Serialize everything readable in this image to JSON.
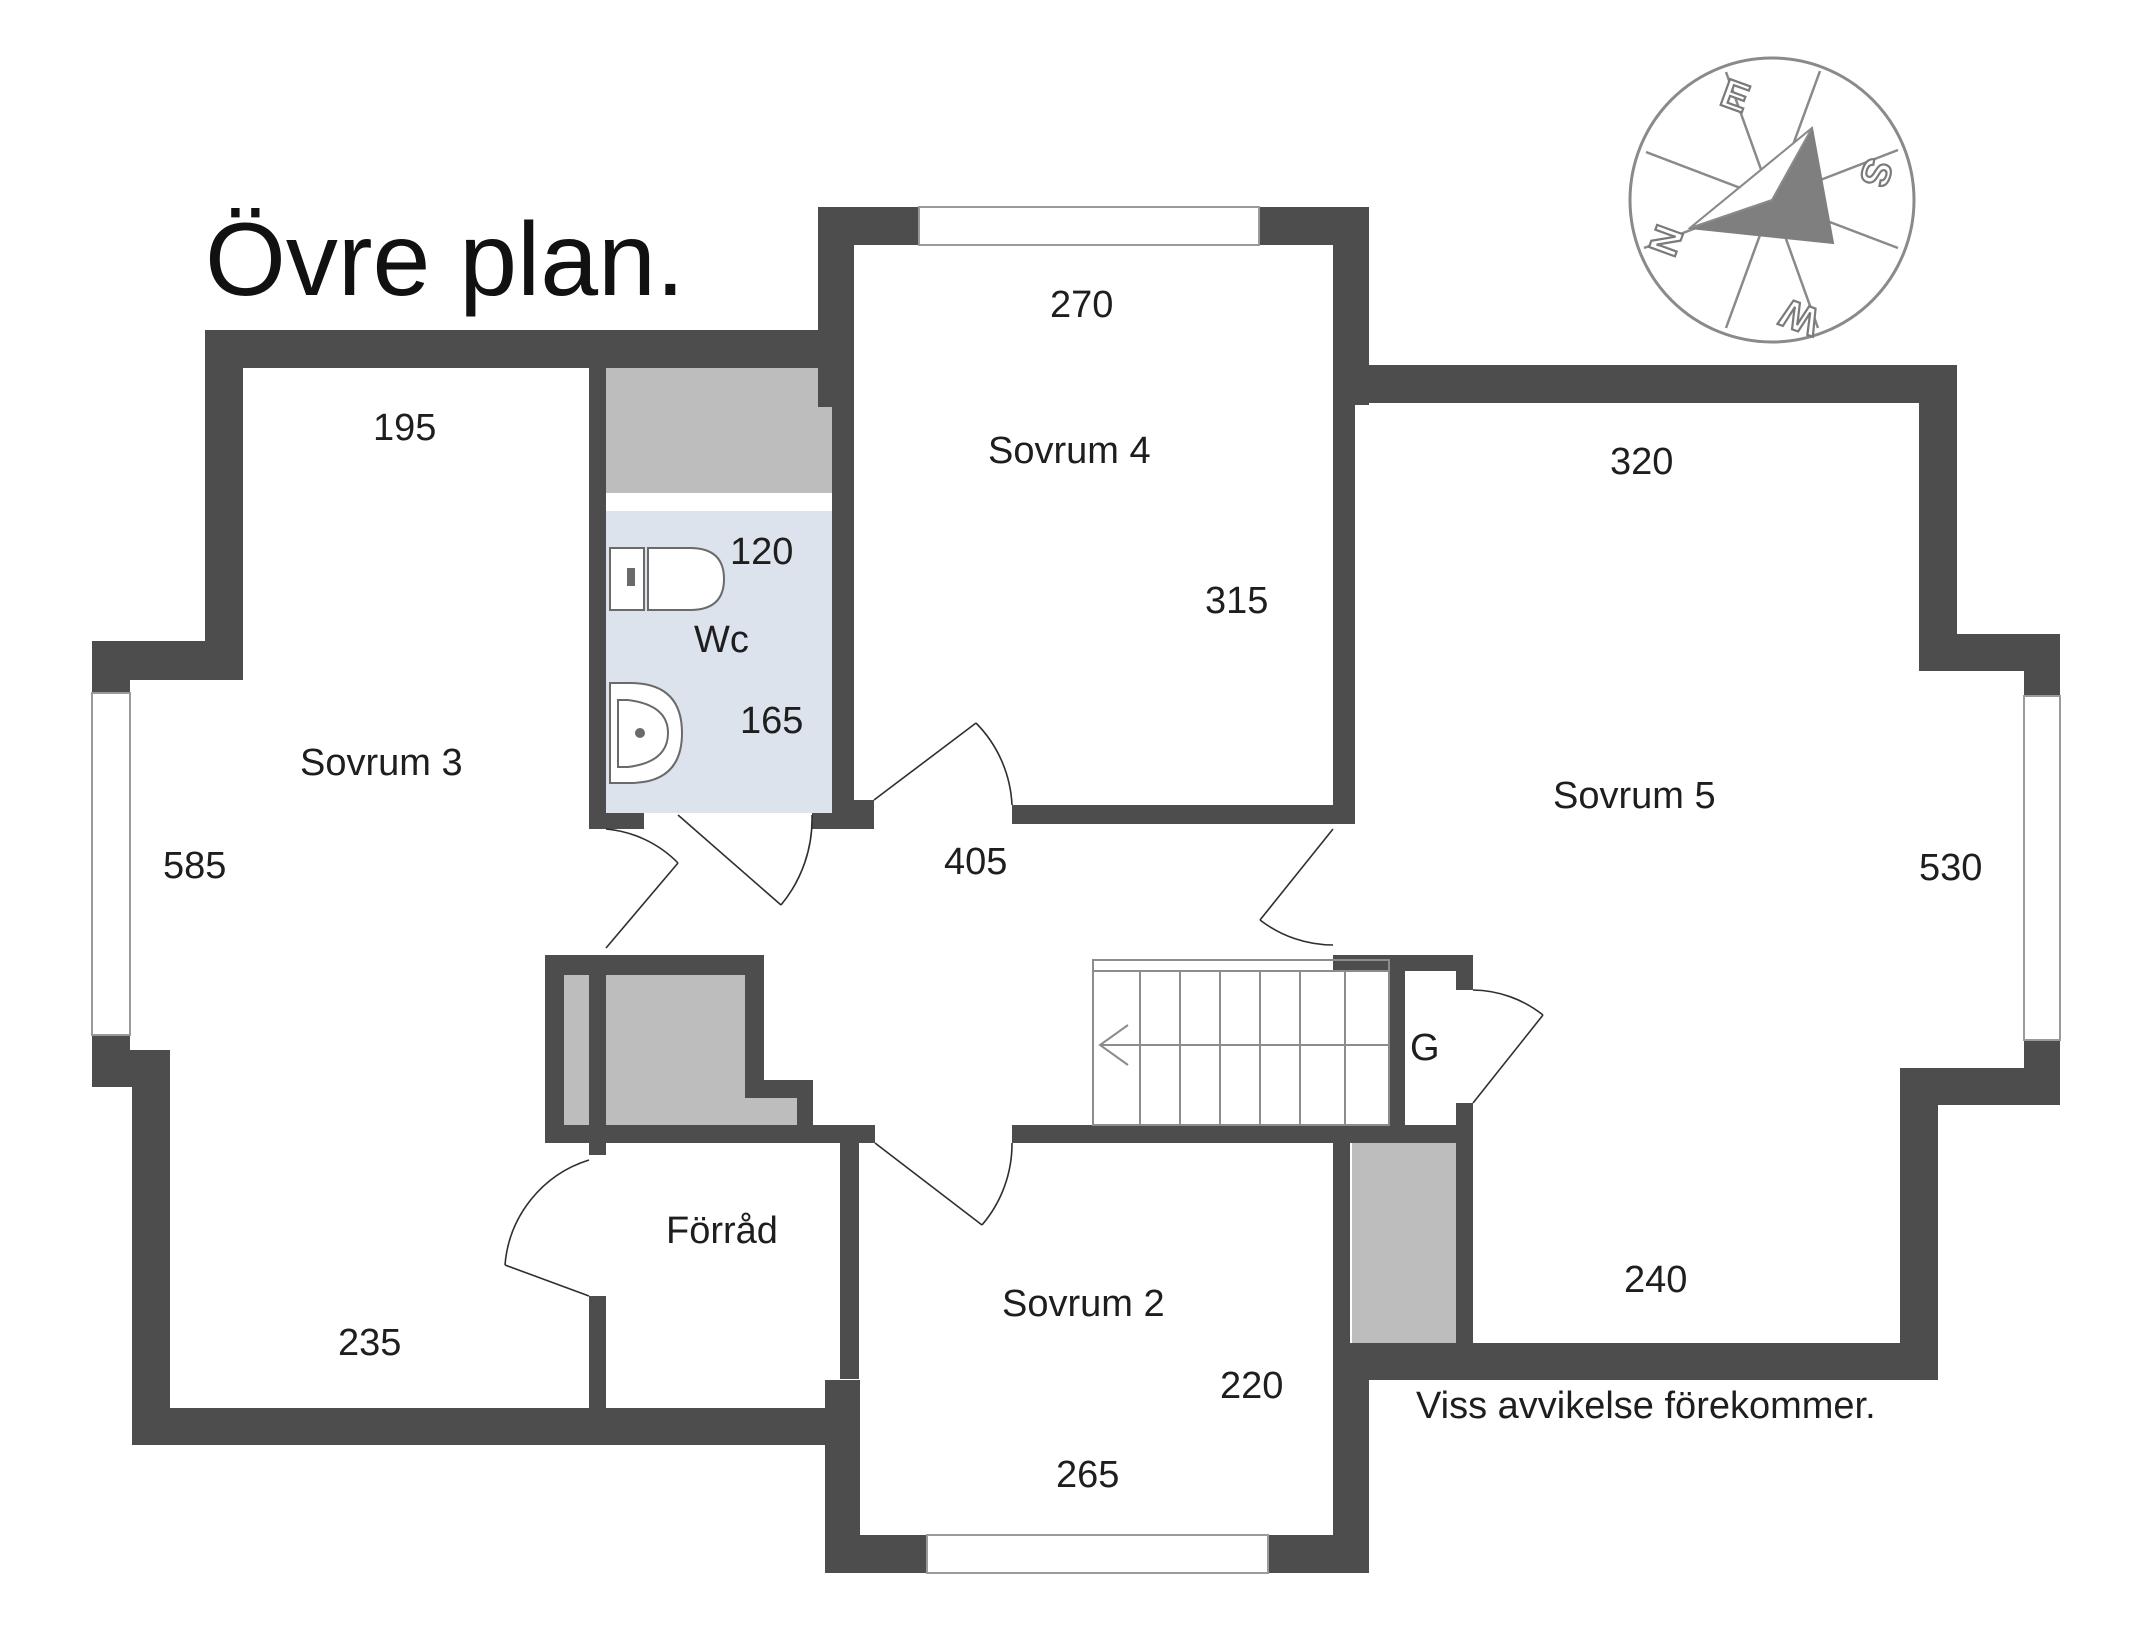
{
  "title": "Övre plan.",
  "note": "Viss avvikelse förekommer.",
  "compass": {
    "letters": [
      "N",
      "E",
      "S",
      "W"
    ]
  },
  "rooms": {
    "sovrum3": "Sovrum 3",
    "sovrum4": "Sovrum 4",
    "sovrum5": "Sovrum 5",
    "sovrum2": "Sovrum 2",
    "wc": "Wc",
    "forrad": "Förråd",
    "garderob": "G"
  },
  "dimensions": {
    "sovrum3_top": "195",
    "sovrum3_left": "585",
    "sovrum3_bottom": "235",
    "wc_width": "120",
    "wc_depth": "165",
    "sovrum4_top": "270",
    "sovrum4_right": "315",
    "hall": "405",
    "sovrum5_top": "320",
    "sovrum5_right": "530",
    "sovrum5_bottom": "240",
    "sovrum2_right": "220",
    "sovrum2_bottom": "265"
  },
  "colors": {
    "wall": "#4d4d4e",
    "storage": "#bdbdbd",
    "wc_floor": "#dde3ec"
  }
}
